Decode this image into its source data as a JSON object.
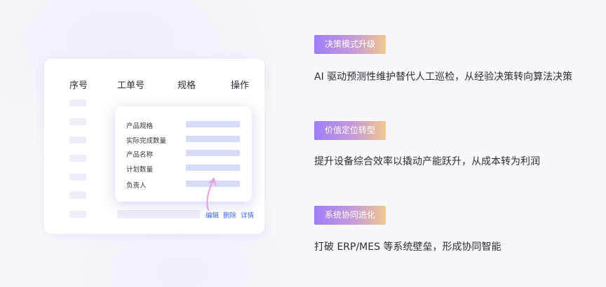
{
  "table": {
    "headers": [
      "序号",
      "工单号",
      "规格",
      "操作"
    ]
  },
  "popup": {
    "fields": [
      "产品规格",
      "实际完成数量",
      "产品名称",
      "计划数量",
      "负责人"
    ]
  },
  "row_actions": [
    "编辑",
    "删除",
    "详情"
  ],
  "features": [
    {
      "tag": "决策模式升级",
      "desc": "AI 驱动预测性维护替代人工巡检，从经验决策转向算法决策"
    },
    {
      "tag": "价值定位转型",
      "desc": "提升设备综合效率以撬动产能跃升，从成本转为利润"
    },
    {
      "tag": "系统协同进化",
      "desc": "打破 ERP/MES 等系统壁垒，形成协同智能"
    }
  ],
  "colors": {
    "badge_gradient": [
      "#9d7ef7",
      "#c69bd9",
      "#f1c78d"
    ],
    "action_link": "#3b6df0",
    "field_bar": "#d7dbf8",
    "arrow": "#e79ae6"
  }
}
